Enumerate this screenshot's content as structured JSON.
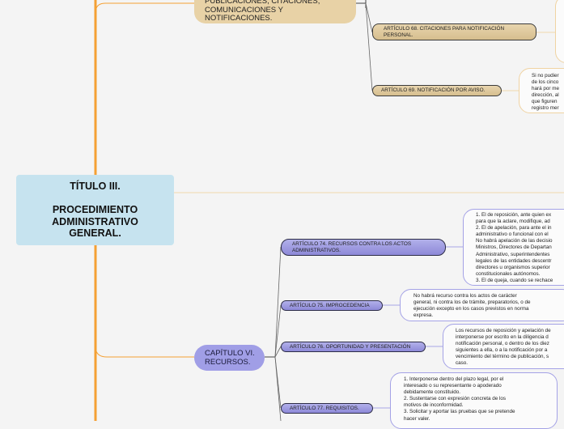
{
  "root": {
    "title": "TÍTULO III.\n\nPROCEDIMIENTO\nADMINISTRATIVO\nGENERAL."
  },
  "chapters": {
    "notificaciones": "PUBLICACIONES, CITACIONES,\nCOMUNICACIONES Y\nNOTIFICACIONES.",
    "recursos": "CAPÍTULO VI.\nRECURSOS."
  },
  "articles": {
    "a68": "ARTÍCULO 68. CITACIONES PARA NOTIFICACIÓN\nPERSONAL.",
    "a69": "ARTÍCULO 69. NOTIFICACIÓN POR AVISO.",
    "a74": "ARTÍCULO 74. RECURSOS CONTRA LOS ACTOS\nADMINISTRATIVOS.",
    "a75": "ARTÍCULO 75. IMPROCEDENCIA",
    "a76": "ARTÍCULO 76. OPORTUNIDAD Y PRESENTACIÓN",
    "a77": "ARTÍCULO 77. REQUISITOS."
  },
  "notes": {
    "n69": "Si no pudier\nde los cinco\nhará por me\ndirección, al\nque figuren\nregistro mer",
    "n74": "1. El de reposición, ante quien ex\npara que la aclare, modifique, ad\n2. El de apelación, para ante el in\nadministrativo o funcional con el\nNo habrá apelación de las decisio\nMinistros, Directores de Departan\nAdministrativo, superintendentes\nlegales de las entidades descentr\ndirectores u organismos superior\nconstitucionales autónomos.\n3. El de queja, cuando se rechace",
    "n75": "No habrá recurso contra los actos de carácter\ngeneral, ni contra los de trámite, preparatorios, o de\nejecución excepto en los casos previstos en norma\nexpresa.",
    "n76": "Los recursos de reposición y apelación de\ninterponerse por escrito en la diligencia d\nnotificación personal, o dentro de los diez\nsiguientes a ella, o a la notificación por a\nvencimiento del término de publicación, s\ncaso.",
    "n77": "1. Interponerse dentro del plazo legal, por el\ninteresado o su representante o apoderado\ndebidamente constituido.\n2. Sustentarse con expresión concreta de los\nmotivos de inconformidad.\n3. Solicitar y aportar las pruebas que se pretende\nhacer valer."
  },
  "colors": {
    "trunk": "#f5a033",
    "branch_tan": "#f1d7ab",
    "branch_purple": "#a8a6e6",
    "connector": "#666666"
  }
}
